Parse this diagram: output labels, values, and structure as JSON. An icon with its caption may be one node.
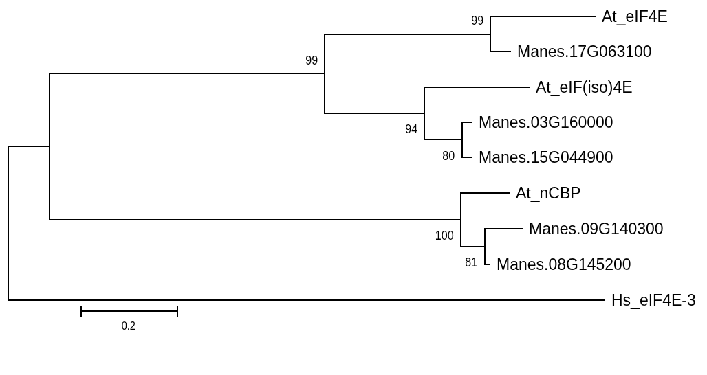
{
  "diagram": {
    "nodes": [
      {
        "text": [],
        "shape": "bar"
      },
      {
        "text": [],
        "shape": "bar"
      },
      {
        "text": [],
        "shape": "bar",
        "beside": [
          "99"
        ]
      },
      {
        "text": [],
        "shape": "bar",
        "beside": [
          "99"
        ]
      },
      {
        "text": [
          "At_eIF4E"
        ]
      },
      {
        "text": [
          "Manes.17G063100"
        ]
      },
      {
        "text": [],
        "shape": "bar",
        "beside": [
          "94"
        ]
      },
      {
        "text": [
          "At_eIF(iso)4E"
        ]
      },
      {
        "text": [],
        "shape": "bar",
        "beside": [
          "80"
        ]
      },
      {
        "text": [
          "Manes.03G160000"
        ]
      },
      {
        "text": [
          "Manes.15G044900"
        ]
      },
      {
        "text": [],
        "shape": "bar",
        "beside": [
          "100"
        ]
      },
      {
        "text": [
          "At_nCBP"
        ]
      },
      {
        "text": [],
        "shape": "bar",
        "beside": [
          "81"
        ]
      },
      {
        "text": [
          "Manes.09G140300"
        ]
      },
      {
        "text": [
          "Manes.08G145200"
        ]
      },
      {
        "text": [
          "Hs_eIF4E-3"
        ]
      }
    ],
    "edges": [
      {
        "from": 0,
        "to": 1,
        "arrow": "none"
      },
      {
        "from": 1,
        "to": 2,
        "arrow": "none"
      },
      {
        "from": 2,
        "to": 3,
        "arrow": "none"
      },
      {
        "from": 3,
        "to": 4,
        "arrow": "none"
      },
      {
        "from": 3,
        "to": 5,
        "arrow": "none"
      },
      {
        "from": 2,
        "to": 6,
        "arrow": "none"
      },
      {
        "from": 6,
        "to": 7,
        "arrow": "none"
      },
      {
        "from": 6,
        "to": 8,
        "arrow": "none"
      },
      {
        "from": 8,
        "to": 9,
        "arrow": "none"
      },
      {
        "from": 8,
        "to": 10,
        "arrow": "none"
      },
      {
        "from": 1,
        "to": 11,
        "arrow": "none"
      },
      {
        "from": 11,
        "to": 12,
        "arrow": "none"
      },
      {
        "from": 11,
        "to": 13,
        "arrow": "none"
      },
      {
        "from": 13,
        "to": 14,
        "arrow": "none"
      },
      {
        "from": 13,
        "to": 15,
        "arrow": "none"
      },
      {
        "from": 0,
        "to": 16,
        "arrow": "none"
      }
    ],
    "labels": [
      "0.2"
    ]
  }
}
